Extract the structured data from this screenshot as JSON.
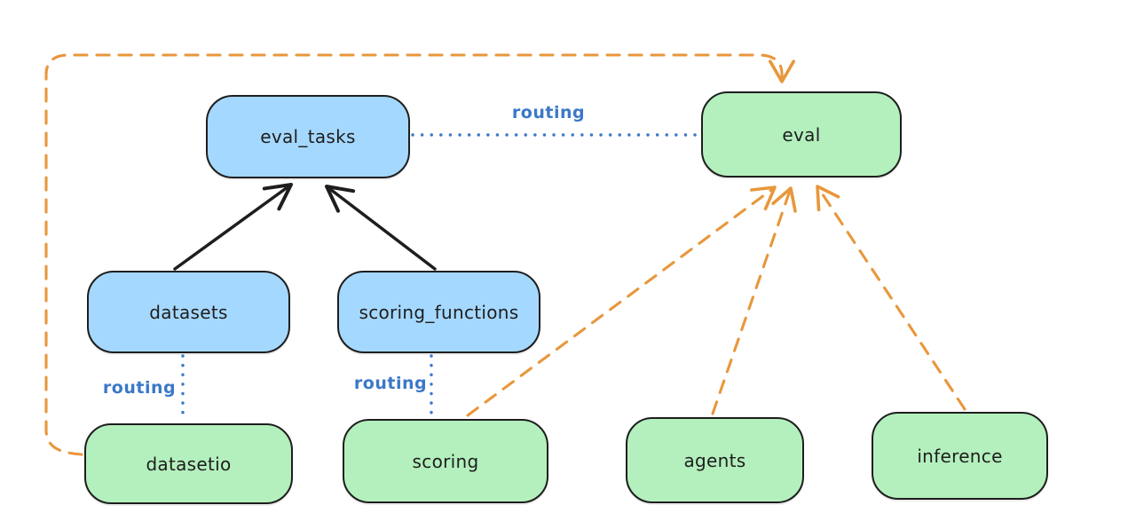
{
  "diagram": {
    "nodes": [
      {
        "id": "eval_tasks",
        "label": "eval_tasks",
        "fill": "blue"
      },
      {
        "id": "eval",
        "label": "eval",
        "fill": "green"
      },
      {
        "id": "datasets",
        "label": "datasets",
        "fill": "blue"
      },
      {
        "id": "scoring_functions",
        "label": "scoring_functions",
        "fill": "blue"
      },
      {
        "id": "datasetio",
        "label": "datasetio",
        "fill": "green"
      },
      {
        "id": "scoring",
        "label": "scoring",
        "fill": "green"
      },
      {
        "id": "agents",
        "label": "agents",
        "fill": "green"
      },
      {
        "id": "inference",
        "label": "inference",
        "fill": "green"
      }
    ],
    "edges": [
      {
        "from": "datasets",
        "to": "eval_tasks",
        "style": "solid-arrow",
        "color": "black",
        "label": ""
      },
      {
        "from": "scoring_functions",
        "to": "eval_tasks",
        "style": "solid-arrow",
        "color": "black",
        "label": ""
      },
      {
        "from": "eval_tasks",
        "to": "eval",
        "style": "dotted-line",
        "color": "blue",
        "label": "routing"
      },
      {
        "from": "datasets",
        "to": "datasetio",
        "style": "dotted-line",
        "color": "blue",
        "label": "routing"
      },
      {
        "from": "scoring_functions",
        "to": "scoring",
        "style": "dotted-line",
        "color": "blue",
        "label": "routing"
      },
      {
        "from": "datasetio",
        "to": "eval",
        "style": "dashed-arrow",
        "color": "orange",
        "label": ""
      },
      {
        "from": "scoring",
        "to": "eval",
        "style": "dashed-arrow",
        "color": "orange",
        "label": ""
      },
      {
        "from": "agents",
        "to": "eval",
        "style": "dashed-arrow",
        "color": "orange",
        "label": ""
      },
      {
        "from": "inference",
        "to": "eval",
        "style": "dashed-arrow",
        "color": "orange",
        "label": ""
      }
    ],
    "colors": {
      "blue_node_fill": "#a5d8ff",
      "green_node_fill": "#b4f0bd",
      "node_stroke": "#1e1e1e",
      "orange_edge": "#e8973c",
      "blue_edge": "#3b78c8",
      "background": "#ffffff"
    }
  }
}
